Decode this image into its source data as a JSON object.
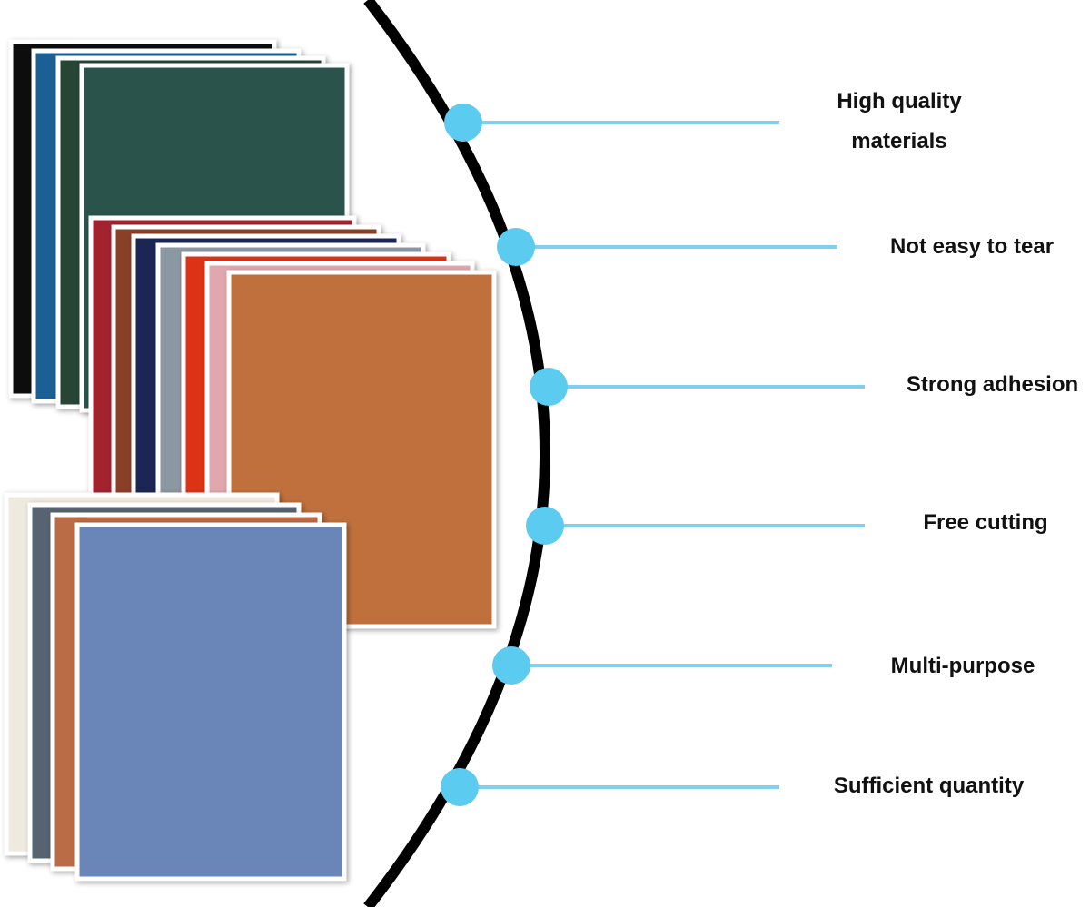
{
  "colors": {
    "arc": "#000000",
    "connector": "#7fd0ec",
    "dot": "#5ccbf0",
    "label": "#111111",
    "sheet_border": "#ffffff"
  },
  "features": [
    {
      "label": "High quality materials"
    },
    {
      "label": "Not easy to tear"
    },
    {
      "label": "Strong adhesion"
    },
    {
      "label": "Free cutting"
    },
    {
      "label": "Multi-purpose"
    },
    {
      "label": "Sufficient quantity"
    }
  ],
  "sheet_stacks": [
    {
      "name": "upper",
      "colors": [
        "#111111",
        "#1a5e94",
        "#284536",
        "#2a524c"
      ]
    },
    {
      "name": "middle",
      "colors": [
        "#a2202e",
        "#8a3f26",
        "#1f2755",
        "#8b97a1",
        "#dd3018",
        "#e1a7ae",
        "#bf6f3e"
      ]
    },
    {
      "name": "lower",
      "colors": [
        "#efeae0",
        "#56646f",
        "#b96c44",
        "#6b86b8"
      ]
    }
  ]
}
